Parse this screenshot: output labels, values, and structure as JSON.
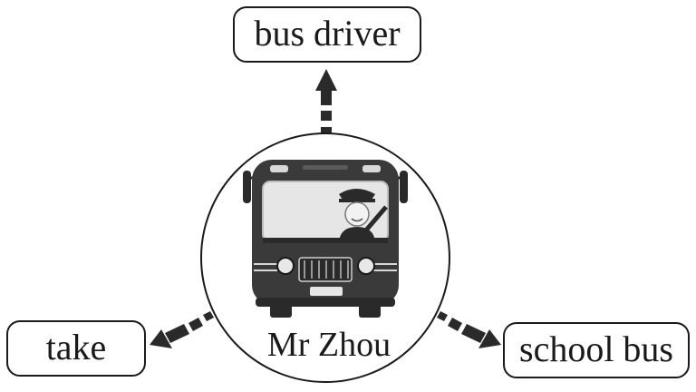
{
  "diagram": {
    "center": {
      "label": "Mr Zhou",
      "image": "bus-with-driver-illustration"
    },
    "nodes": {
      "top": {
        "label": "bus driver"
      },
      "left": {
        "label": "take"
      },
      "right": {
        "label": "school bus"
      }
    },
    "colors": {
      "ink": "#1a1a1a",
      "bus_body": "#3a3a3a",
      "window": "#e6e6e6",
      "background": "#ffffff"
    }
  }
}
